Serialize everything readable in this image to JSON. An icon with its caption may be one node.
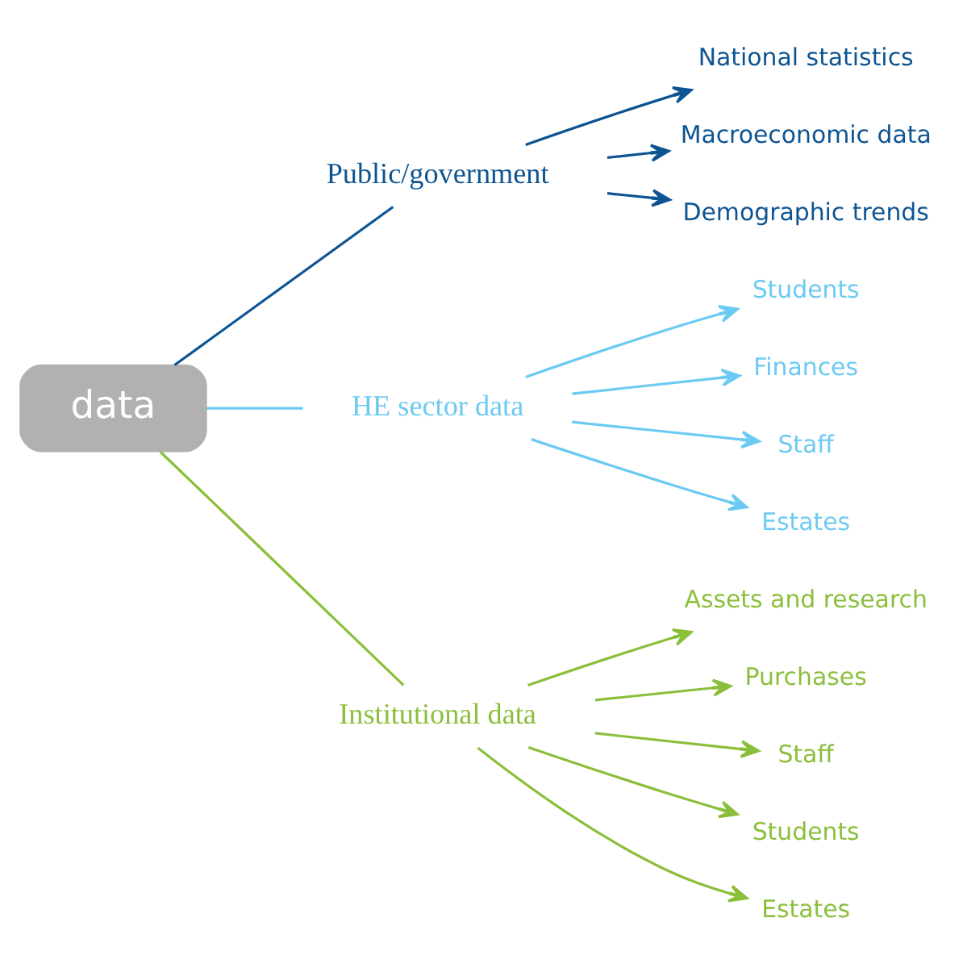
{
  "diagram": {
    "nodes": [
      {
        "text": [
          "data"
        ]
      },
      {
        "text": [
          "Public/government"
        ]
      },
      {
        "text": [
          "National statistics"
        ]
      },
      {
        "text": [
          "Macroeconomic data"
        ]
      },
      {
        "text": [
          "Demographic trends"
        ]
      },
      {
        "text": [
          "HE sector data"
        ]
      },
      {
        "text": [
          "Students"
        ]
      },
      {
        "text": [
          "Finances"
        ]
      },
      {
        "text": [
          "Staff"
        ]
      },
      {
        "text": [
          "Estates"
        ]
      },
      {
        "text": [
          "Institutional data"
        ]
      },
      {
        "text": [
          "Assets and research"
        ]
      },
      {
        "text": [
          "Purchases"
        ]
      },
      {
        "text": [
          "Staff"
        ]
      },
      {
        "text": [
          "Students"
        ]
      },
      {
        "text": [
          "Estates"
        ]
      }
    ],
    "edges": [
      {
        "from": 0,
        "to": 1,
        "arrow": "none",
        "color": "#0d5492"
      },
      {
        "from": 1,
        "to": 2,
        "arrow": "to",
        "color": "#0d5492"
      },
      {
        "from": 1,
        "to": 3,
        "arrow": "to",
        "color": "#0d5492"
      },
      {
        "from": 1,
        "to": 4,
        "arrow": "to",
        "color": "#0d5492"
      },
      {
        "from": 0,
        "to": 5,
        "arrow": "none",
        "color": "#6ccaf2"
      },
      {
        "from": 5,
        "to": 6,
        "arrow": "to",
        "color": "#6ccaf2"
      },
      {
        "from": 5,
        "to": 7,
        "arrow": "to",
        "color": "#6ccaf2"
      },
      {
        "from": 5,
        "to": 8,
        "arrow": "to",
        "color": "#6ccaf2"
      },
      {
        "from": 5,
        "to": 9,
        "arrow": "to",
        "color": "#6ccaf2"
      },
      {
        "from": 0,
        "to": 10,
        "arrow": "none",
        "color": "#8bbf3b"
      },
      {
        "from": 10,
        "to": 11,
        "arrow": "to",
        "color": "#8bbf3b"
      },
      {
        "from": 10,
        "to": 12,
        "arrow": "to",
        "color": "#8bbf3b"
      },
      {
        "from": 10,
        "to": 13,
        "arrow": "to",
        "color": "#8bbf3b"
      },
      {
        "from": 10,
        "to": 14,
        "arrow": "to",
        "color": "#8bbf3b"
      },
      {
        "from": 10,
        "to": 15,
        "arrow": "to",
        "color": "#8bbf3b"
      }
    ]
  }
}
